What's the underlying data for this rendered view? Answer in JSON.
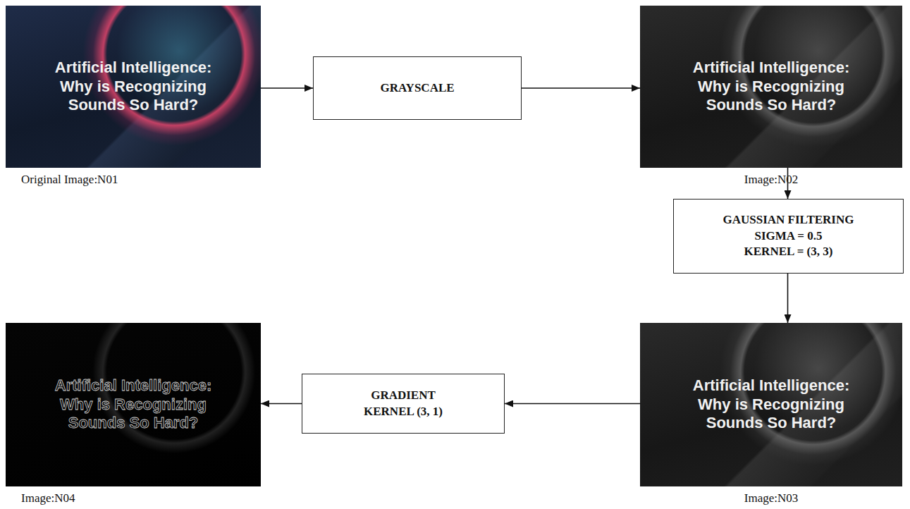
{
  "diagram": {
    "nodes": [
      {
        "text": [
          "Artificial Intelligence: Why is Recognizing Sounds So Hard?",
          "Original Image:N01"
        ]
      },
      {
        "text": [
          "GRAYSCALE"
        ]
      },
      {
        "text": [
          "Artificial Intelligence: Why is Recognizing Sounds So Hard?",
          "Image:N02"
        ]
      },
      {
        "text": [
          "GAUSSIAN FILTERING",
          "SIGMA = 0.5",
          "KERNEL = (3, 3)"
        ]
      },
      {
        "text": [
          "Artificial Intelligence: Why is Recognizing Sounds So Hard?",
          "Image:N03"
        ]
      },
      {
        "text": [
          "GRADIENT",
          "KERNEL (3, 1)"
        ]
      },
      {
        "text": [
          "Artificial Intelligence: Why is Recognizing Sounds So Hard?",
          "Image:N04"
        ]
      }
    ],
    "edges": [
      {
        "from": 0,
        "to": 1,
        "arrow": "to"
      },
      {
        "from": 1,
        "to": 2,
        "arrow": "to"
      },
      {
        "from": 2,
        "to": 3,
        "arrow": "to"
      },
      {
        "from": 3,
        "to": 4,
        "arrow": "to"
      },
      {
        "from": 4,
        "to": 5,
        "arrow": "to"
      },
      {
        "from": 5,
        "to": 6,
        "arrow": "to"
      }
    ]
  }
}
